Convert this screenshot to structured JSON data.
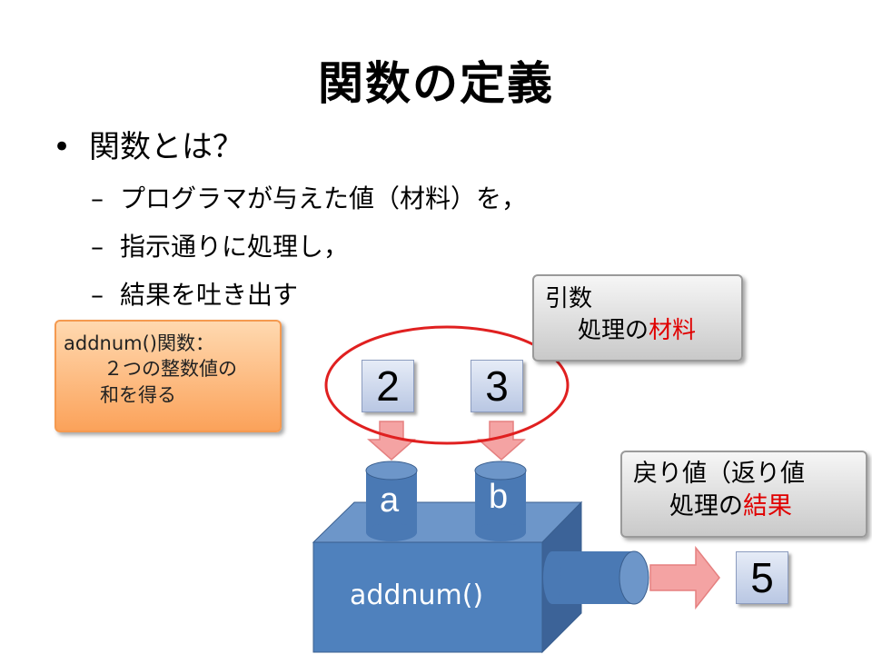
{
  "title": "関数の定義",
  "bullet": {
    "text": "関数とは？"
  },
  "sub_items": [
    {
      "dash": "–",
      "text": "プログラマが与えた値（材料）を，"
    },
    {
      "dash": "–",
      "text": "指示通りに処理し，"
    },
    {
      "dash": "–",
      "text": "結果を吐き出す"
    }
  ],
  "note_box": {
    "line1": "addnum()関数：",
    "line2": "２つの整数値の",
    "line3": "和を得る"
  },
  "args_box": {
    "line1": "引数",
    "line2_prefix": "処理の",
    "line2_highlight": "材料"
  },
  "return_box": {
    "line1": "戻り値（返り値",
    "line2_prefix": "処理の",
    "line2_highlight": "結果"
  },
  "inputs": {
    "a_value": "2",
    "b_value": "3"
  },
  "params": {
    "a": "a",
    "b": "b"
  },
  "function_box": {
    "label": "addnum()"
  },
  "output": {
    "value": "5"
  },
  "colors": {
    "box_blue": "#4f81bd",
    "box_top": "#6d96c9",
    "box_side": "#3c6398",
    "highlight_red": "#e00000",
    "arrow_pink": "#f4a3a3",
    "ellipse_red": "#e02020"
  }
}
